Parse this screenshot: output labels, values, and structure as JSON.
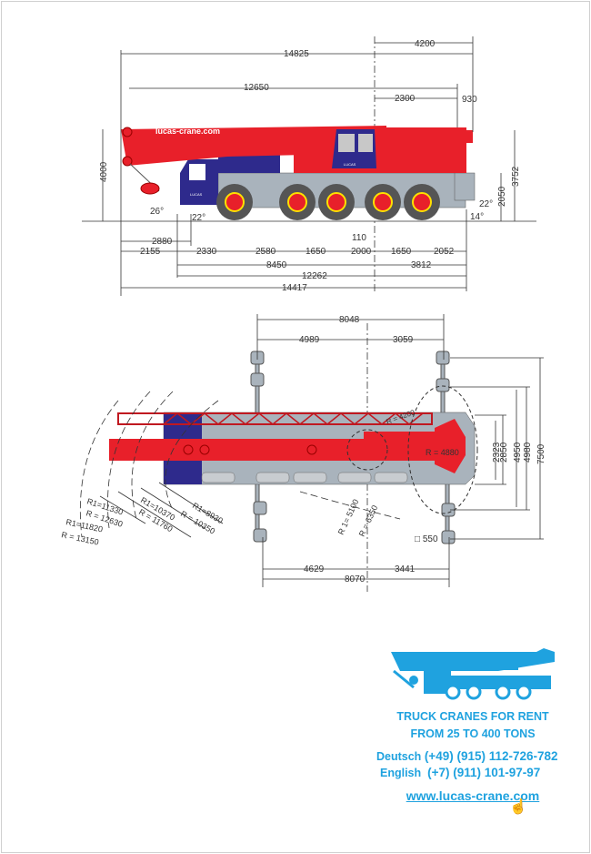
{
  "side_view": {
    "boom_text": "lucas-crane.com",
    "cab_brand": "LUCAS",
    "dims": {
      "total_length": "14825",
      "rear_overhang": "4200",
      "boom_length": "12650",
      "d2300": "2300",
      "d930": "930",
      "height": "4000",
      "height_rear": "3752",
      "height_2050": "2050",
      "d2880": "2880",
      "d2155": "2155",
      "d2330": "2330",
      "d2580": "2580",
      "d1650a": "1650",
      "d110": "110",
      "d2000": "2000",
      "d1650b": "1650",
      "d2052": "2052",
      "d8450": "8450",
      "d3812": "3812",
      "d12262": "12262",
      "d14417": "14417"
    },
    "angles": {
      "front_26": "26°",
      "front_22": "22°",
      "rear_22": "22°",
      "rear_14": "14°"
    }
  },
  "top_view": {
    "dims": {
      "d8048": "8048",
      "d4989": "4989",
      "d3059": "3059",
      "d4629": "4629",
      "d3441": "3441",
      "d8070": "8070",
      "d7500": "7500",
      "d4980": "4980",
      "d4950": "4950",
      "d2850": "2850",
      "d2323": "2323",
      "pad": "□ 550",
      "r4200": "R = 4200",
      "r4880": "R = 4880",
      "r1_5100": "R 1= 5100",
      "r6350": "R = 6350",
      "r1_8930": "R1=8930",
      "r10350": "R = 10350",
      "r1_10370": "R1=10370",
      "r11760": "R = 11760",
      "r1_11330": "R1=11330",
      "r12630": "R = 12630",
      "r1_11820": "R1=11820",
      "r13150": "R = 13150"
    }
  },
  "promo": {
    "line1": "TRUCK CRANES FOR RENT",
    "line2": "FROM 25 TO 400 TONS",
    "de_label": "Deutsch",
    "de_phone": "(+49) (915) 112-726-782",
    "en_label": "English",
    "en_phone": "(+7) (911) 101-97-97",
    "url": "www.lucas-crane.com"
  },
  "colors": {
    "red": "#e8202a",
    "blue": "#2e2a8c",
    "gray": "#a9b3bc",
    "promo": "#1fa2df"
  }
}
